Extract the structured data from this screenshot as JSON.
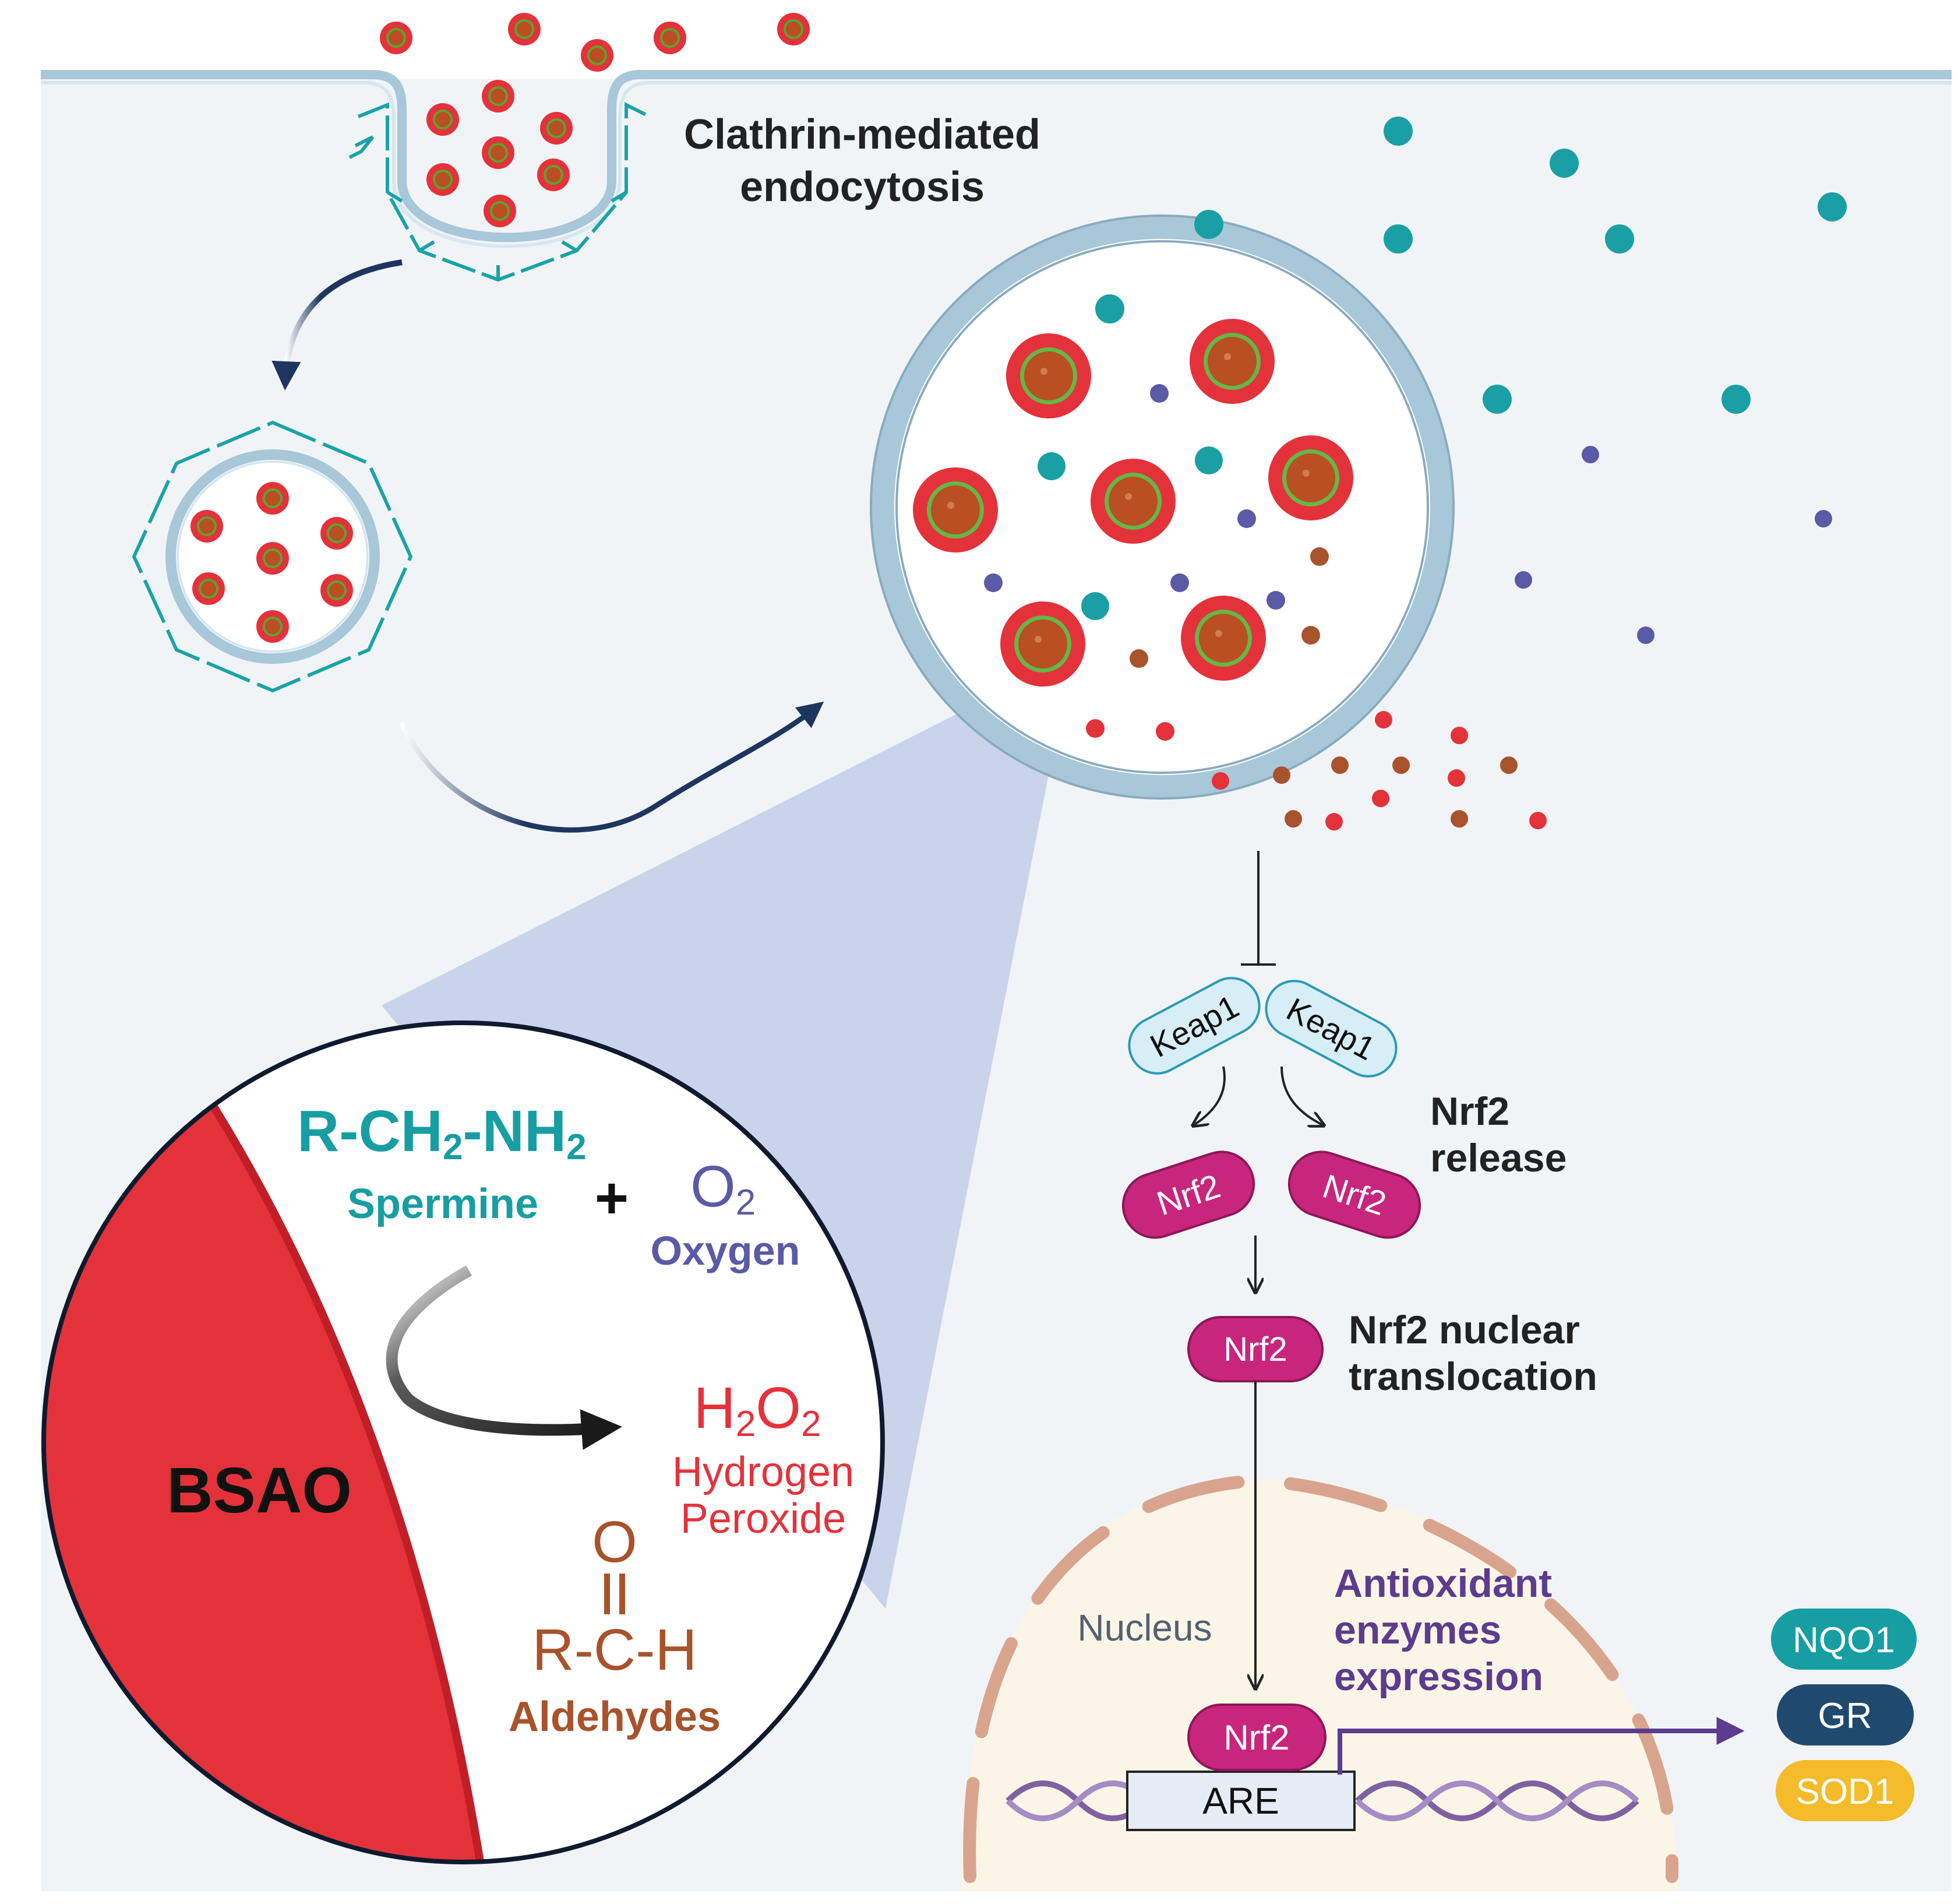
{
  "labels": {
    "endocytosis_line1": "Clathrin-mediated",
    "endocytosis_line2": "endocytosis",
    "amine_formula_a": "R-CH",
    "amine_formula_sub1": "2",
    "amine_formula_b": "-NH",
    "amine_formula_sub2": "2",
    "amine_name": "Spermine",
    "plus": "+",
    "oxygen_formula": "O",
    "oxygen_sub": "2",
    "oxygen_name": "Oxygen",
    "peroxide_h": "H",
    "peroxide_sub1": "2",
    "peroxide_o": "O",
    "peroxide_sub2": "2",
    "peroxide_name1": "Hydrogen",
    "peroxide_name2": "Peroxide",
    "aldehyde_o": "O",
    "aldehyde_formula": "R-C-H",
    "aldehyde_name": "Aldehydes",
    "enzyme": "BSAO",
    "keap1": "Keap1",
    "nrf2": "Nrf2",
    "nrf2_release_1": "Nrf2",
    "nrf2_release_2": "release",
    "translocation_1": "Nrf2 nuclear",
    "translocation_2": "translocation",
    "nucleus": "Nucleus",
    "are": "ARE",
    "antiox_1": "Antioxidant",
    "antiox_2": "enzymes",
    "antiox_3": "expression",
    "enzymes": [
      "NQO1",
      "GR",
      "SOD1"
    ]
  },
  "colors": {
    "membrane": "#a8c7d9",
    "cytoplasm": "#f1f4f6",
    "teal": "#1aa0a4",
    "navy_arrow": "#1e3560",
    "bsao_red": "#e4323b",
    "amine_teal": "#179ea2",
    "oxygen_purple": "#5b5aa6",
    "peroxide_red": "#e4323b",
    "aldehyde_brown": "#a8532c",
    "keap1_fill": "#d7eef6",
    "nrf2_fill": "#c8267d",
    "nucleus_fill": "#fbf5e8",
    "nucleus_envelope": "#d9a48e",
    "antiox_purple": "#5c3c8e",
    "nqo1": "#179ea2",
    "gr": "#1f4a6e",
    "sod1": "#f4bb2a"
  }
}
